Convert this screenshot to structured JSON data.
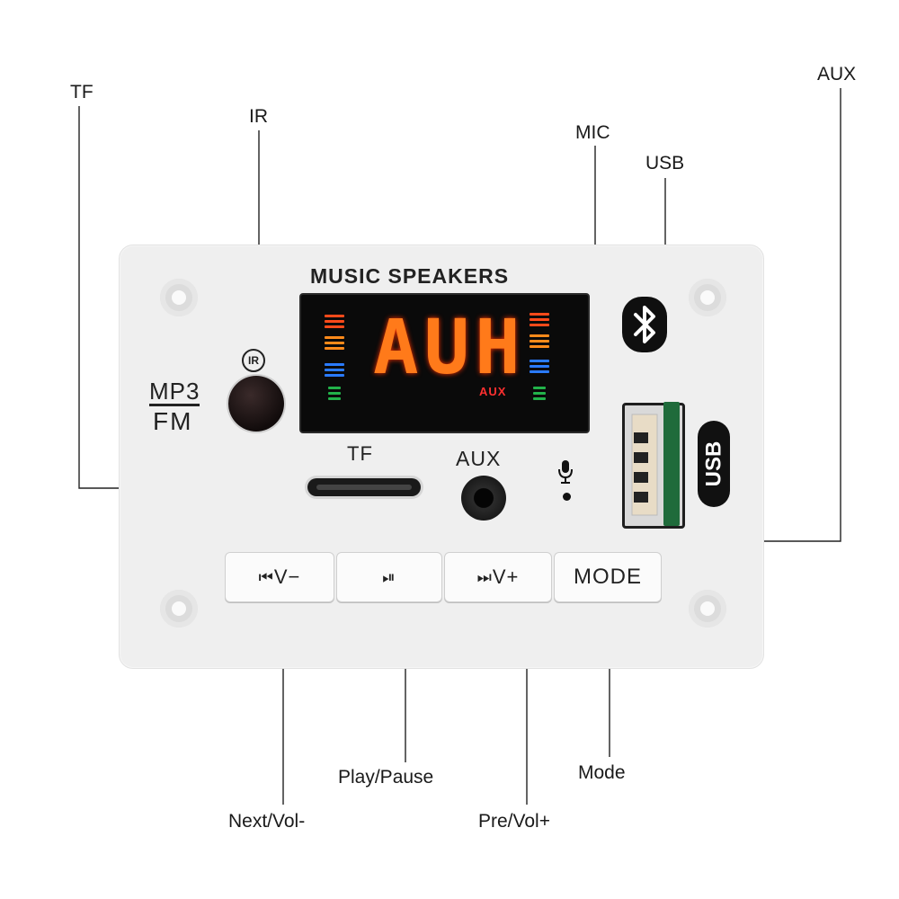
{
  "callouts": {
    "tf": "TF",
    "ir": "IR",
    "mic": "MIC",
    "usb": "USB",
    "aux": "AUX",
    "play_pause": "Play/Pause",
    "mode": "Mode",
    "next_vol": "Next/Vol-",
    "pre_vol": "Pre/Vol+"
  },
  "board": {
    "title": "MUSIC SPEAKERS",
    "display_main": "AUH",
    "display_sub": "AUX",
    "mp3_label": "MP3",
    "fm_label": "FM",
    "ir_mark": "IR",
    "tf_label": "TF",
    "aux_label": "AUX",
    "usb_logo": "USB",
    "bluetooth_icon": "bluetooth-icon",
    "mic_icon": "microphone-icon"
  },
  "buttons": [
    {
      "glyph": "⏮",
      "label": "V−",
      "icon": "previous-track-icon"
    },
    {
      "glyph": "⏯",
      "label": "",
      "icon": "play-pause-icon"
    },
    {
      "glyph": "⏭",
      "label": "V+",
      "icon": "next-track-icon"
    },
    {
      "glyph": "",
      "label": "MODE",
      "icon": ""
    }
  ],
  "colors": {
    "segment": "#ff7a1a",
    "bar_red": "#ff4a1a",
    "bar_orange": "#ff8a1a",
    "bar_blue": "#2a7bff",
    "bar_green": "#22b24a"
  }
}
